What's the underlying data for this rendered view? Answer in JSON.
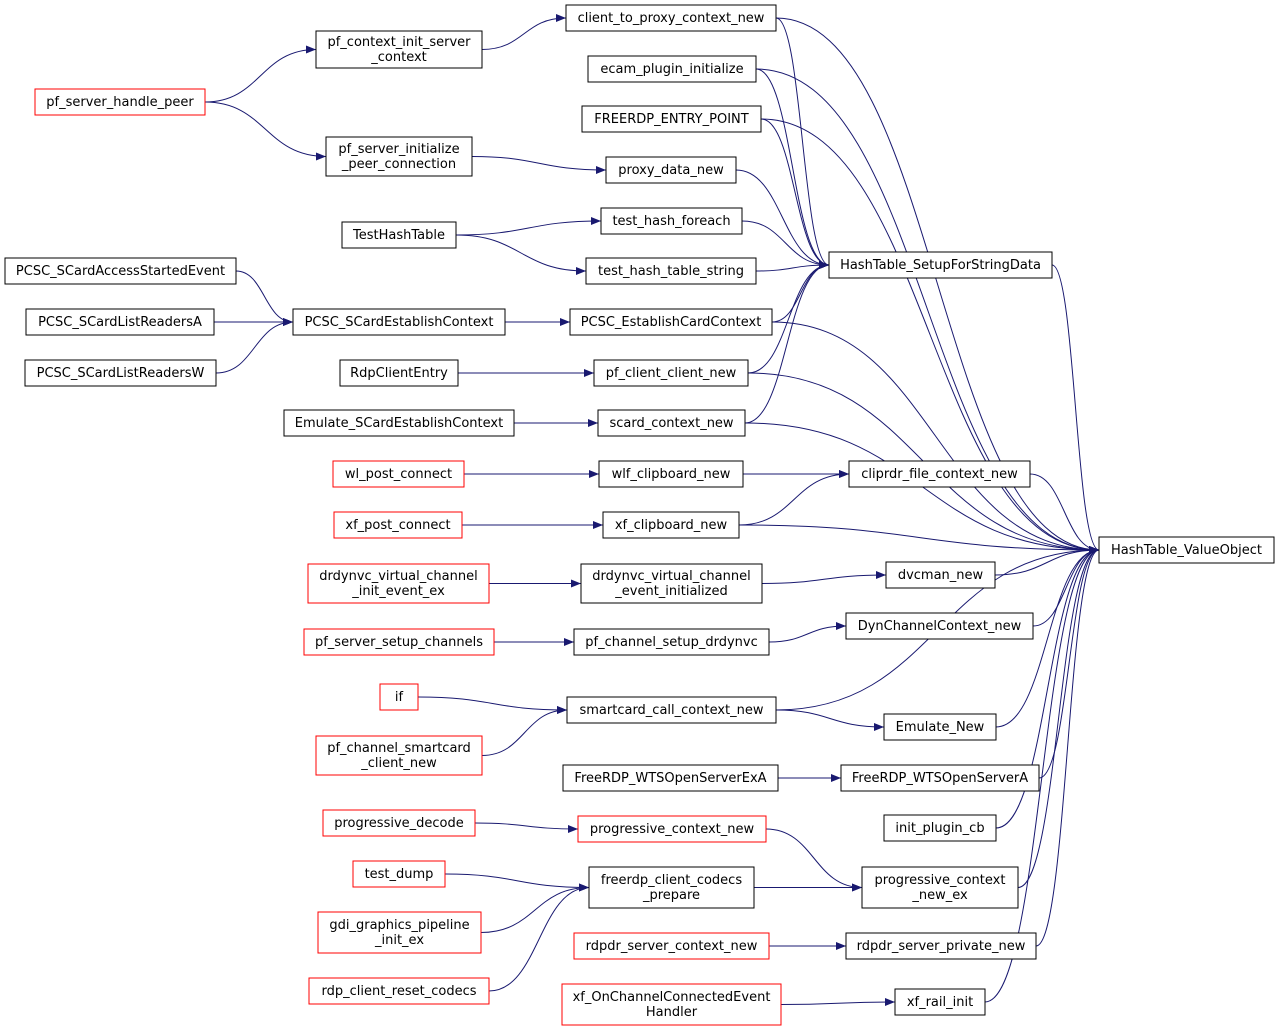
{
  "colors": {
    "edge": "#191970",
    "node_border": "#000000",
    "truncated_border": "#ff0000",
    "root_fill": "#bfbfbf",
    "node_fill": "#ffffff"
  },
  "root": "HashTable_ValueObject",
  "nodes": [
    {
      "id": "n0",
      "lines": [
        "HashTable_ValueObject"
      ],
      "style": "root"
    },
    {
      "id": "n1",
      "lines": [
        "HashTable_SetupForStringData"
      ],
      "style": "normal"
    },
    {
      "id": "n2",
      "lines": [
        "client_to_proxy_context_new"
      ],
      "style": "normal"
    },
    {
      "id": "n3",
      "lines": [
        "pf_context_init_server",
        "_context"
      ],
      "style": "normal"
    },
    {
      "id": "n4",
      "lines": [
        "pf_server_handle_peer"
      ],
      "style": "truncated"
    },
    {
      "id": "n5",
      "lines": [
        "ecam_plugin_initialize"
      ],
      "style": "normal"
    },
    {
      "id": "n6",
      "lines": [
        "FREERDP_ENTRY_POINT"
      ],
      "style": "normal"
    },
    {
      "id": "n7",
      "lines": [
        "proxy_data_new"
      ],
      "style": "normal"
    },
    {
      "id": "n8",
      "lines": [
        "pf_server_initialize",
        "_peer_connection"
      ],
      "style": "normal"
    },
    {
      "id": "n9",
      "lines": [
        "test_hash_foreach"
      ],
      "style": "normal"
    },
    {
      "id": "n10",
      "lines": [
        "TestHashTable"
      ],
      "style": "normal"
    },
    {
      "id": "n11",
      "lines": [
        "test_hash_table_string"
      ],
      "style": "normal"
    },
    {
      "id": "n12",
      "lines": [
        "PCSC_EstablishCardContext"
      ],
      "style": "normal"
    },
    {
      "id": "n13",
      "lines": [
        "PCSC_SCardEstablishContext"
      ],
      "style": "normal"
    },
    {
      "id": "n14",
      "lines": [
        "PCSC_SCardAccessStartedEvent"
      ],
      "style": "normal"
    },
    {
      "id": "n15",
      "lines": [
        "PCSC_SCardListReadersA"
      ],
      "style": "normal"
    },
    {
      "id": "n16",
      "lines": [
        "PCSC_SCardListReadersW"
      ],
      "style": "normal"
    },
    {
      "id": "n17",
      "lines": [
        "pf_client_client_new"
      ],
      "style": "normal"
    },
    {
      "id": "n18",
      "lines": [
        "RdpClientEntry"
      ],
      "style": "normal"
    },
    {
      "id": "n19",
      "lines": [
        "scard_context_new"
      ],
      "style": "normal"
    },
    {
      "id": "n20",
      "lines": [
        "Emulate_SCardEstablishContext"
      ],
      "style": "normal"
    },
    {
      "id": "n21",
      "lines": [
        "cliprdr_file_context_new"
      ],
      "style": "normal"
    },
    {
      "id": "n22",
      "lines": [
        "wlf_clipboard_new"
      ],
      "style": "normal"
    },
    {
      "id": "n23",
      "lines": [
        "wl_post_connect"
      ],
      "style": "truncated"
    },
    {
      "id": "n24",
      "lines": [
        "xf_clipboard_new"
      ],
      "style": "normal"
    },
    {
      "id": "n25",
      "lines": [
        "xf_post_connect"
      ],
      "style": "truncated"
    },
    {
      "id": "n26",
      "lines": [
        "dvcman_new"
      ],
      "style": "normal"
    },
    {
      "id": "n27",
      "lines": [
        "drdynvc_virtual_channel",
        "_event_initialized"
      ],
      "style": "normal"
    },
    {
      "id": "n28",
      "lines": [
        "drdynvc_virtual_channel",
        "_init_event_ex"
      ],
      "style": "truncated"
    },
    {
      "id": "n29",
      "lines": [
        "DynChannelContext_new"
      ],
      "style": "normal"
    },
    {
      "id": "n30",
      "lines": [
        "pf_channel_setup_drdynvc"
      ],
      "style": "normal"
    },
    {
      "id": "n31",
      "lines": [
        "pf_server_setup_channels"
      ],
      "style": "truncated"
    },
    {
      "id": "n32",
      "lines": [
        "smartcard_call_context_new"
      ],
      "style": "normal"
    },
    {
      "id": "n33",
      "lines": [
        "if"
      ],
      "style": "truncated"
    },
    {
      "id": "n34",
      "lines": [
        "pf_channel_smartcard",
        "_client_new"
      ],
      "style": "truncated"
    },
    {
      "id": "n35",
      "lines": [
        "Emulate_New"
      ],
      "style": "normal"
    },
    {
      "id": "n36",
      "lines": [
        "FreeRDP_WTSOpenServerA"
      ],
      "style": "normal"
    },
    {
      "id": "n37",
      "lines": [
        "FreeRDP_WTSOpenServerExA"
      ],
      "style": "normal"
    },
    {
      "id": "n38",
      "lines": [
        "init_plugin_cb"
      ],
      "style": "normal"
    },
    {
      "id": "n39",
      "lines": [
        "progressive_context",
        "_new_ex"
      ],
      "style": "normal"
    },
    {
      "id": "n40",
      "lines": [
        "progressive_context_new"
      ],
      "style": "truncated"
    },
    {
      "id": "n41",
      "lines": [
        "progressive_decode"
      ],
      "style": "truncated"
    },
    {
      "id": "n42",
      "lines": [
        "freerdp_client_codecs",
        "_prepare"
      ],
      "style": "normal"
    },
    {
      "id": "n43",
      "lines": [
        "test_dump"
      ],
      "style": "truncated"
    },
    {
      "id": "n44",
      "lines": [
        "gdi_graphics_pipeline",
        "_init_ex"
      ],
      "style": "truncated"
    },
    {
      "id": "n45",
      "lines": [
        "rdp_client_reset_codecs"
      ],
      "style": "truncated"
    },
    {
      "id": "n46",
      "lines": [
        "rdpdr_server_private_new"
      ],
      "style": "normal"
    },
    {
      "id": "n47",
      "lines": [
        "rdpdr_server_context_new"
      ],
      "style": "truncated"
    },
    {
      "id": "n48",
      "lines": [
        "xf_rail_init"
      ],
      "style": "normal"
    },
    {
      "id": "n49",
      "lines": [
        "xf_OnChannelConnectedEvent",
        "Handler"
      ],
      "style": "truncated"
    }
  ],
  "edges": [
    [
      "n1",
      "n0"
    ],
    [
      "n2",
      "n1"
    ],
    [
      "n3",
      "n2"
    ],
    [
      "n4",
      "n3"
    ],
    [
      "n5",
      "n1"
    ],
    [
      "n6",
      "n1"
    ],
    [
      "n7",
      "n1"
    ],
    [
      "n8",
      "n7"
    ],
    [
      "n4",
      "n8"
    ],
    [
      "n9",
      "n1"
    ],
    [
      "n10",
      "n9"
    ],
    [
      "n11",
      "n1"
    ],
    [
      "n10",
      "n11"
    ],
    [
      "n12",
      "n1"
    ],
    [
      "n13",
      "n12"
    ],
    [
      "n14",
      "n13"
    ],
    [
      "n15",
      "n13"
    ],
    [
      "n16",
      "n13"
    ],
    [
      "n17",
      "n1"
    ],
    [
      "n18",
      "n17"
    ],
    [
      "n19",
      "n1"
    ],
    [
      "n20",
      "n19"
    ],
    [
      "n2",
      "n0"
    ],
    [
      "n5",
      "n0"
    ],
    [
      "n6",
      "n0"
    ],
    [
      "n12",
      "n0"
    ],
    [
      "n17",
      "n0"
    ],
    [
      "n19",
      "n0"
    ],
    [
      "n21",
      "n0"
    ],
    [
      "n22",
      "n21"
    ],
    [
      "n23",
      "n22"
    ],
    [
      "n24",
      "n21"
    ],
    [
      "n25",
      "n24"
    ],
    [
      "n24",
      "n0"
    ],
    [
      "n26",
      "n0"
    ],
    [
      "n27",
      "n26"
    ],
    [
      "n28",
      "n27"
    ],
    [
      "n29",
      "n0"
    ],
    [
      "n30",
      "n29"
    ],
    [
      "n31",
      "n30"
    ],
    [
      "n32",
      "n0"
    ],
    [
      "n33",
      "n32"
    ],
    [
      "n34",
      "n32"
    ],
    [
      "n32",
      "n35"
    ],
    [
      "n35",
      "n0"
    ],
    [
      "n36",
      "n0"
    ],
    [
      "n37",
      "n36"
    ],
    [
      "n38",
      "n0"
    ],
    [
      "n39",
      "n0"
    ],
    [
      "n40",
      "n39"
    ],
    [
      "n41",
      "n40"
    ],
    [
      "n42",
      "n39"
    ],
    [
      "n43",
      "n42"
    ],
    [
      "n44",
      "n42"
    ],
    [
      "n45",
      "n42"
    ],
    [
      "n46",
      "n0"
    ],
    [
      "n47",
      "n46"
    ],
    [
      "n48",
      "n0"
    ],
    [
      "n49",
      "n48"
    ]
  ]
}
